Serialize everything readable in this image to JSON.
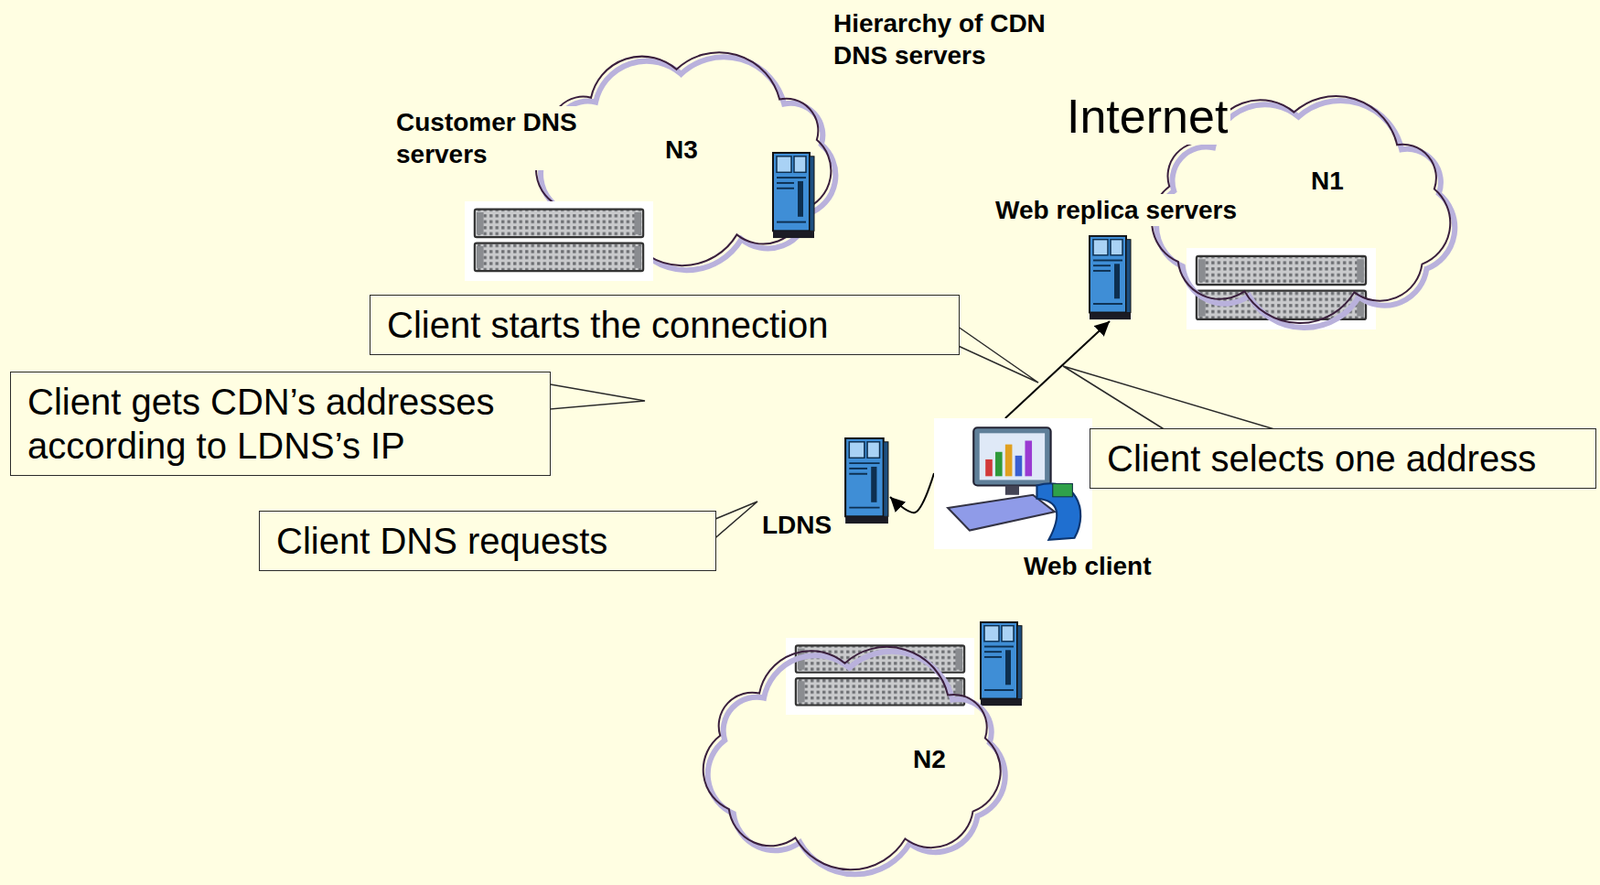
{
  "diagram": {
    "nodes": [
      {
        "text": [
          "N3"
        ]
      },
      {
        "text": [
          "Customer DNS servers"
        ],
        "in": 0
      },
      {
        "text": [
          "Hierarchy of CDN DNS servers"
        ],
        "in": 0
      },
      {
        "text": [
          "Internet",
          "N1"
        ]
      },
      {
        "text": [
          "Web replica servers"
        ],
        "in": 3
      },
      {
        "text": [
          "LDNS"
        ]
      },
      {
        "text": [
          "Web client"
        ]
      },
      {
        "text": [
          "N2"
        ]
      },
      {
        "text": [
          "Client starts the connection"
        ]
      },
      {
        "text": [
          "Client gets CDN’s addresses according to LDNS’s IP"
        ]
      },
      {
        "text": [
          "Client selects one address"
        ]
      },
      {
        "text": [
          "Client DNS requests"
        ]
      }
    ],
    "edges": [
      {
        "from": 6,
        "to": 5,
        "arrow": "to"
      },
      {
        "from": 6,
        "to": 4,
        "arrow": "to"
      }
    ]
  }
}
